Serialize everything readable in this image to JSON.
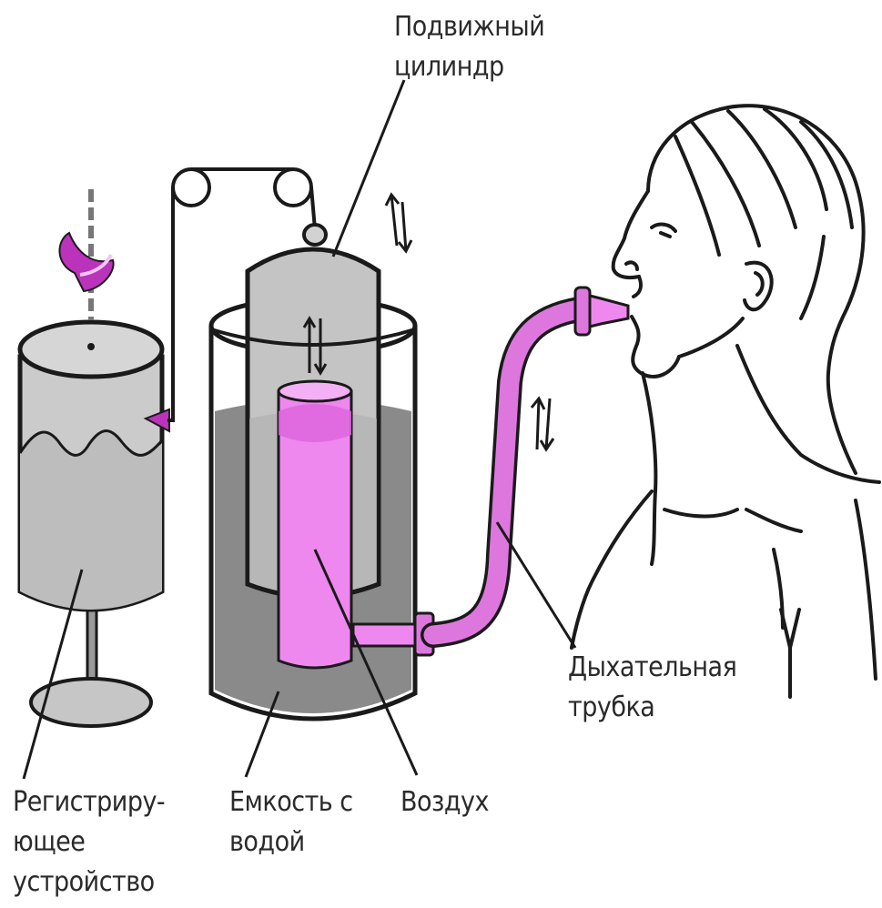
{
  "labels": {
    "moving_cylinder": [
      "Подвижный",
      "цилиндр"
    ],
    "breathing_tube": [
      "Дыхательная",
      "трубка"
    ],
    "recording_device": [
      "Регистриру-",
      "ющее",
      "устройство"
    ],
    "water_tank": [
      "Емкость с",
      "водой"
    ],
    "air": [
      "Воздух"
    ]
  },
  "colors": {
    "outline": "#1a1a1a",
    "water": "#8a8a8a",
    "cylinder_fill": "#c4c4c4",
    "recorder_fill": "#c8c8c8",
    "air_pink": "#ee88ee",
    "tube_pink": "#dd77dd",
    "pen_magenta": "#bb33bb"
  }
}
